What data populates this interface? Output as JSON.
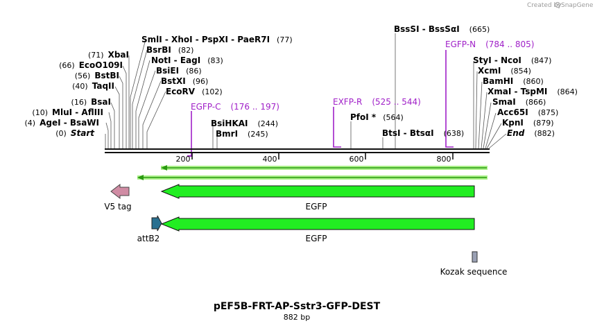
{
  "credit": {
    "text": "Created by",
    "brand": "SnapGene"
  },
  "plasmid": {
    "name": "pEF5B-FRT-AP-Sstr3-GFP-DEST",
    "length_label": "882 bp"
  },
  "sites_left": [
    {
      "pre": "(71)",
      "name": "XbaI",
      "post": ""
    },
    {
      "pre": "(66)",
      "name": "EcoO109I",
      "post": ""
    },
    {
      "pre": "(56)",
      "name": "BstBI",
      "post": ""
    },
    {
      "pre": "(40)",
      "name": "TaqII",
      "post": ""
    },
    {
      "pre": "(16)",
      "name": "BsaI",
      "post": ""
    },
    {
      "pre": "(10)",
      "name": "MluI  - AflIII",
      "post": ""
    },
    {
      "pre": "(4)",
      "name": "AgeI  - BsaWI",
      "post": ""
    },
    {
      "pre": "(0)",
      "name": "Start",
      "post": ""
    }
  ],
  "sites_mid": [
    {
      "name": "SmlI  - XhoI  - PspXI  - PaeR7I",
      "pos": "(77)"
    },
    {
      "name": "BsrBI",
      "pos": "(82)"
    },
    {
      "name": "NotI  - EagI",
      "pos": "(83)"
    },
    {
      "name": "BsiEI",
      "pos": "(86)"
    },
    {
      "name": "BstXI",
      "pos": "(96)"
    },
    {
      "name": "EcoRV",
      "pos": "(102)"
    },
    {
      "name": "BsiHKAI",
      "pos": "(244)"
    },
    {
      "name": "BmrI",
      "pos": "(245)"
    },
    {
      "name": "PfoI *",
      "pos": "(564)"
    },
    {
      "name": "BtsI  - BtsαI",
      "pos": "(638)"
    },
    {
      "name": "BssSI  - BssSαI",
      "pos": "(665)"
    }
  ],
  "sites_right": [
    {
      "name": "StyI  - NcoI",
      "pos": "(847)"
    },
    {
      "name": "XcmI",
      "pos": "(854)"
    },
    {
      "name": "BamHI",
      "pos": "(860)"
    },
    {
      "name": "XmaI  - TspMI",
      "pos": "(864)"
    },
    {
      "name": "SmaI",
      "pos": "(866)"
    },
    {
      "name": "Acc65I",
      "pos": "(875)"
    },
    {
      "name": "KpnI",
      "pos": "(879)"
    },
    {
      "name": "End",
      "pos": "(882)"
    }
  ],
  "primers": [
    {
      "name": "EGFP-C",
      "range": "(176 .. 197)"
    },
    {
      "name": "EXFP-R",
      "range": "(525 .. 544)"
    },
    {
      "name": "EGFP-N",
      "range": "(784 .. 805)"
    }
  ],
  "ruler": {
    "ticks": [
      "200",
      "400",
      "600",
      "800"
    ]
  },
  "features": [
    {
      "name": "V5 tag",
      "color": "#d08ca4"
    },
    {
      "name": "EGFP",
      "color": "#22ee22"
    },
    {
      "name": "attB2",
      "color": "#2a7090"
    },
    {
      "name": "EGFP",
      "color": "#22ee22"
    },
    {
      "name": "Kozak sequence",
      "color": "#9aa0b4"
    }
  ],
  "colors": {
    "primer": "#a020c8",
    "orf": "#2a9a10",
    "orf_fill": "#aaf088"
  }
}
